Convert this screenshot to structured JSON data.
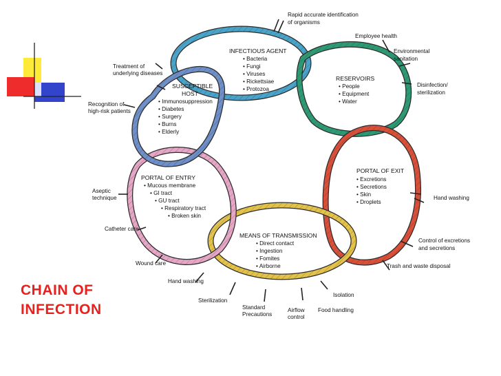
{
  "title": {
    "line1": "CHAIN OF",
    "line2": "INFECTION"
  },
  "colors": {
    "title": "#e8201e",
    "deco_yellow": "#ffea3a",
    "deco_red": "#ee2c2c",
    "deco_blue": "#3344cc",
    "infectious_agent": "#4aa3c8",
    "reservoirs": "#2e9a74",
    "portal_of_exit": "#d9503a",
    "means_of_transmission": "#e2c24a",
    "portal_of_entry": "#e6a6c6",
    "susceptible_host": "#6f8fc9"
  },
  "links": {
    "infectious_agent": {
      "title": "INFECTIOUS AGENT",
      "items": [
        "• Bacteria",
        "• Fungi",
        "• Viruses",
        "• Rickettsiae",
        "• Protozoa"
      ]
    },
    "reservoirs": {
      "title": "RESERVOIRS",
      "items": [
        "• People",
        "• Equipment",
        "• Water"
      ]
    },
    "portal_of_exit": {
      "title": "PORTAL OF EXIT",
      "items": [
        "• Excretions",
        "• Secretions",
        "• Skin",
        "• Droplets"
      ]
    },
    "means_of_transmission": {
      "title": "MEANS OF TRANSMISSION",
      "items": [
        "• Direct contact",
        "• Ingestion",
        "• Fomites",
        "• Airborne"
      ]
    },
    "portal_of_entry": {
      "title": "PORTAL OF ENTRY",
      "items": [
        "• Mucous membrane",
        "• GI tract",
        "• GU tract",
        "• Respiratory tract",
        "• Broken skin"
      ]
    },
    "susceptible_host": {
      "title_1": "SUSCEPTIBLE",
      "title_2": "HOST",
      "items": [
        "• Immunosuppression",
        "• Diabetes",
        "• Surgery",
        "• Burns",
        "• Elderly"
      ]
    }
  },
  "interventions": {
    "rapid_id_1": "Rapid accurate identification",
    "rapid_id_2": "of organisms",
    "employee_health": "Employee health",
    "environmental_1": "Environmental",
    "environmental_2": "sanitation",
    "disinfection_1": "Disinfection/",
    "disinfection_2": "sterilization",
    "hand_washing_right": "Hand washing",
    "control_1": "Control of excretions",
    "control_2": "and secretions",
    "trash": "Trash and waste disposal",
    "isolation": "Isolation",
    "food_handling": "Food handling",
    "airflow_1": "Airflow",
    "airflow_2": "control",
    "standard_1": "Standard",
    "standard_2": "Precautions",
    "sterilization": "Sterilization",
    "hand_washing_bottom": "Hand washing",
    "wound_care": "Wound care",
    "catheter_care": "Catheter care",
    "aseptic_1": "Aseptic",
    "aseptic_2": "technique",
    "recognition_1": "Recognition of",
    "recognition_2": "high-risk patients",
    "treatment_1": "Treatment of",
    "treatment_2": "underlying diseases"
  }
}
